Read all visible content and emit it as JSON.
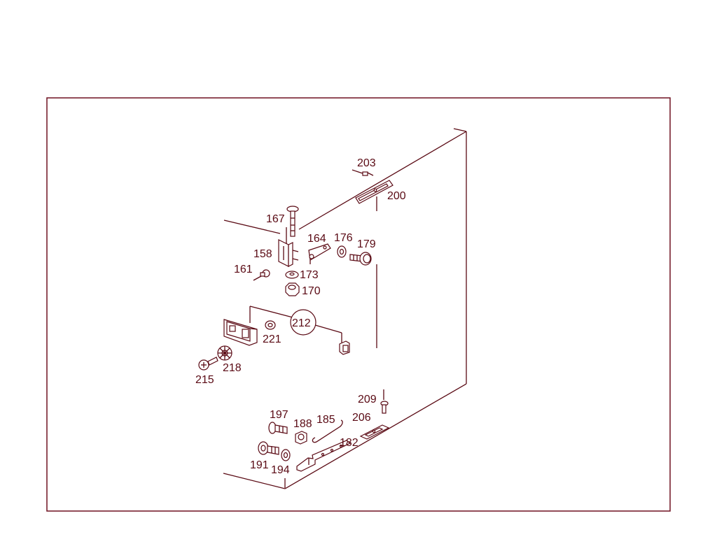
{
  "colors": {
    "line": "#5a0a14",
    "frame": "#6e1020",
    "background": "#ffffff"
  },
  "labels": {
    "p203": "203",
    "p200": "200",
    "p167": "167",
    "p164": "164",
    "p176": "176",
    "p179": "179",
    "p158": "158",
    "p161": "161",
    "p173": "173",
    "p170": "170",
    "p212": "212",
    "p221": "221",
    "p218": "218",
    "p215": "215",
    "p209": "209",
    "p197": "197",
    "p188": "188",
    "p185": "185",
    "p206": "206",
    "p182": "182",
    "p191": "191",
    "p194": "194"
  }
}
